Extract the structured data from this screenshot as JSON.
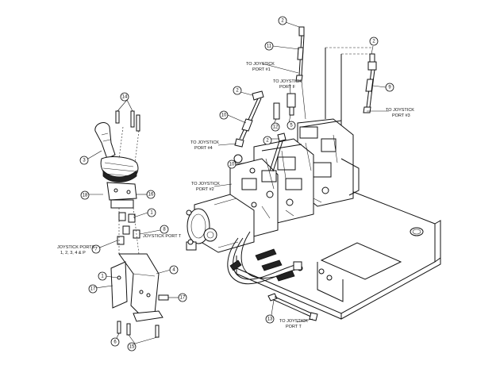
{
  "diagram": {
    "callouts": {
      "c2a": "2",
      "c2b": "2",
      "c2c": "2",
      "c2d": "2",
      "c3": "3",
      "c5": "5",
      "c6": "6",
      "c7": "7",
      "c1a": "1",
      "c1b": "1",
      "c4": "4",
      "c8": "8",
      "c9": "9",
      "c10a": "10",
      "c10b": "10",
      "c11": "11",
      "c12": "12",
      "c13": "13",
      "c14": "14",
      "c15": "15",
      "c16": "16",
      "c17a": "17",
      "c17b": "17",
      "c18": "18"
    },
    "labels": {
      "port1_a": "TO JOYSTICK",
      "port1_b": "PORT #1",
      "portF_a": "TO JOYSTICK",
      "portF_b": "PORT F",
      "port3_a": "TO JOYSTICK",
      "port3_b": "PORT #3",
      "port4_a": "TO JOYSTICK",
      "port4_b": "PORT #4",
      "port2_a": "TO JOYSTICK",
      "port2_b": "PORT #2",
      "portT_side": "JOYSTICK PORT T",
      "ports_a": "JOYSTICK PORTS",
      "ports_b": "1, 2, 3, 4 & P",
      "portT_a": "TO JOYSTICK",
      "portT_b": "PORT T"
    }
  }
}
